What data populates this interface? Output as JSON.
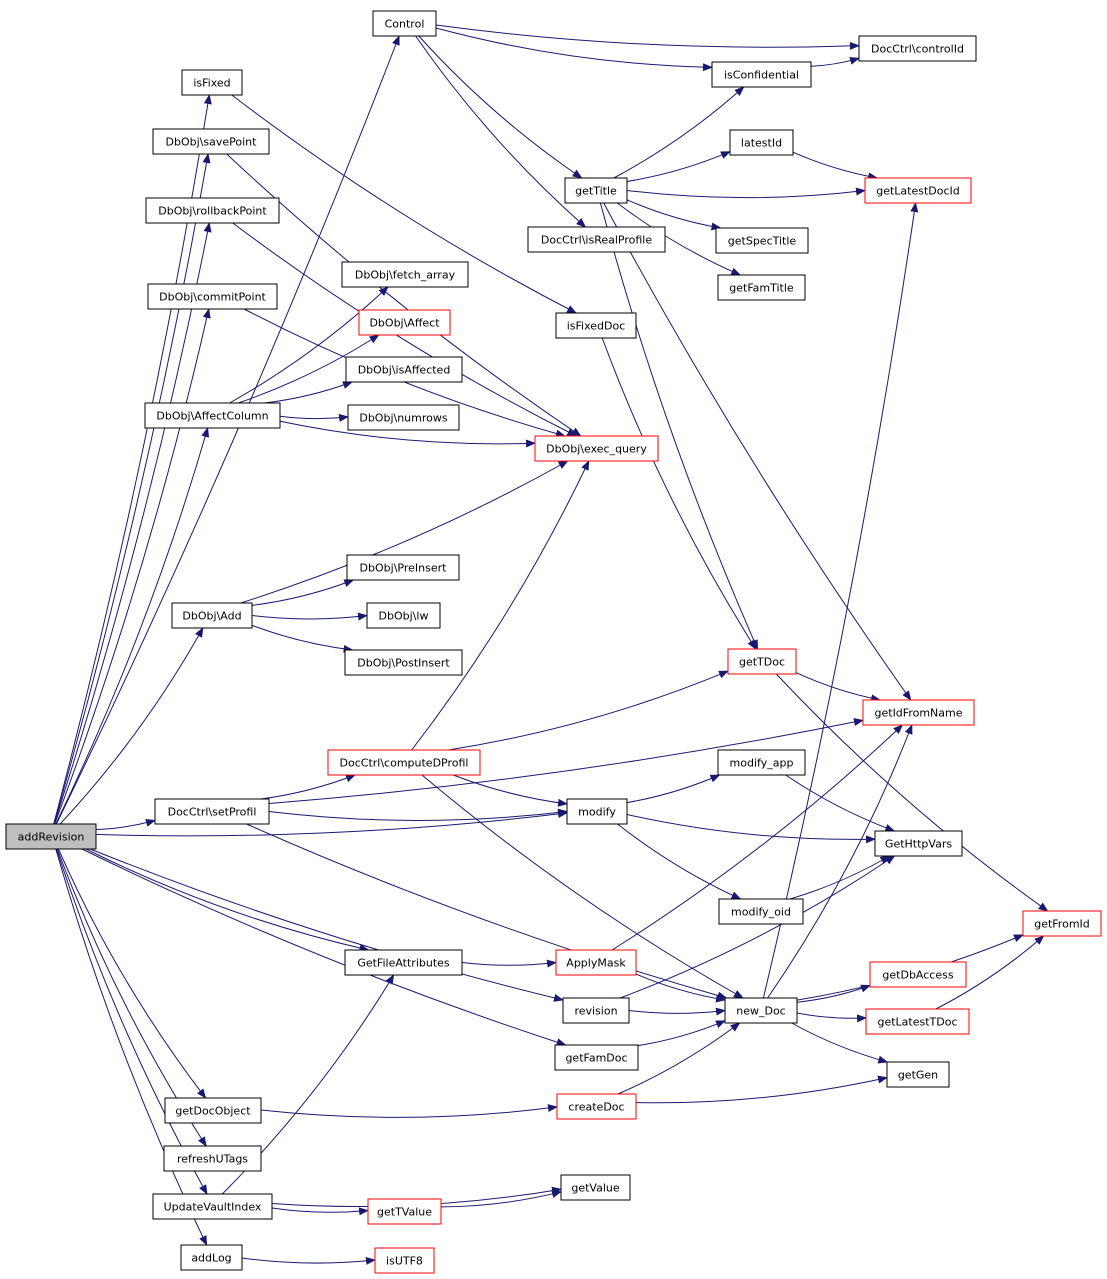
{
  "colors": {
    "edge": "#191970",
    "node_border": "#000000",
    "node_border_undocumented": "#ff0000",
    "root_fill": "#bfbfbf",
    "node_fill": "#ffffff"
  },
  "nodes": [
    {
      "id": "addRevision",
      "label": "addRevision",
      "style": "root"
    },
    {
      "id": "Control",
      "label": "Control",
      "style": "normal"
    },
    {
      "id": "isFixed",
      "label": "isFixed",
      "style": "normal"
    },
    {
      "id": "savePoint",
      "label": "DbObj\\savePoint",
      "style": "normal"
    },
    {
      "id": "rollbackPoint",
      "label": "DbObj\\rollbackPoint",
      "style": "normal"
    },
    {
      "id": "commitPoint",
      "label": "DbObj\\commitPoint",
      "style": "normal"
    },
    {
      "id": "fetch_array",
      "label": "DbObj\\fetch_array",
      "style": "normal"
    },
    {
      "id": "Affect",
      "label": "DbObj\\Affect",
      "style": "red"
    },
    {
      "id": "isAffected",
      "label": "DbObj\\isAffected",
      "style": "normal"
    },
    {
      "id": "AffectColumn",
      "label": "DbObj\\AffectColumn",
      "style": "normal"
    },
    {
      "id": "numrows",
      "label": "DbObj\\numrows",
      "style": "normal"
    },
    {
      "id": "exec_query",
      "label": "DbObj\\exec_query",
      "style": "red"
    },
    {
      "id": "PreInsert",
      "label": "DbObj\\PreInsert",
      "style": "normal"
    },
    {
      "id": "Add",
      "label": "DbObj\\Add",
      "style": "normal"
    },
    {
      "id": "lw",
      "label": "DbObj\\lw",
      "style": "normal"
    },
    {
      "id": "PostInsert",
      "label": "DbObj\\PostInsert",
      "style": "normal"
    },
    {
      "id": "controlId",
      "label": "DocCtrl\\controlId",
      "style": "normal"
    },
    {
      "id": "isConfidential",
      "label": "isConfidential",
      "style": "normal"
    },
    {
      "id": "latestId",
      "label": "latestId",
      "style": "normal"
    },
    {
      "id": "getTitle",
      "label": "getTitle",
      "style": "normal"
    },
    {
      "id": "getLatestDocId",
      "label": "getLatestDocId",
      "style": "red"
    },
    {
      "id": "isRealProfile",
      "label": "DocCtrl\\isRealProfile",
      "style": "normal"
    },
    {
      "id": "getSpecTitle",
      "label": "getSpecTitle",
      "style": "normal"
    },
    {
      "id": "getFamTitle",
      "label": "getFamTitle",
      "style": "normal"
    },
    {
      "id": "isFixedDoc",
      "label": "isFixedDoc",
      "style": "normal"
    },
    {
      "id": "getTDoc",
      "label": "getTDoc",
      "style": "red"
    },
    {
      "id": "getIdFromName",
      "label": "getIdFromName",
      "style": "red"
    },
    {
      "id": "computeDProfil",
      "label": "DocCtrl\\computeDProfil",
      "style": "red"
    },
    {
      "id": "modify_app",
      "label": "modify_app",
      "style": "normal"
    },
    {
      "id": "setProfil",
      "label": "DocCtrl\\setProfil",
      "style": "normal"
    },
    {
      "id": "modify",
      "label": "modify",
      "style": "normal"
    },
    {
      "id": "GetHttpVars",
      "label": "GetHttpVars",
      "style": "normal"
    },
    {
      "id": "modify_oid",
      "label": "modify_oid",
      "style": "normal"
    },
    {
      "id": "getFromId",
      "label": "getFromId",
      "style": "red"
    },
    {
      "id": "GetFileAttributes",
      "label": "GetFileAttributes",
      "style": "normal"
    },
    {
      "id": "ApplyMask",
      "label": "ApplyMask",
      "style": "red"
    },
    {
      "id": "getDbAccess",
      "label": "getDbAccess",
      "style": "red"
    },
    {
      "id": "revision",
      "label": "revision",
      "style": "normal"
    },
    {
      "id": "new_Doc",
      "label": "new_Doc",
      "style": "normal"
    },
    {
      "id": "getLatestTDoc",
      "label": "getLatestTDoc",
      "style": "red"
    },
    {
      "id": "getFamDoc",
      "label": "getFamDoc",
      "style": "normal"
    },
    {
      "id": "getGen",
      "label": "getGen",
      "style": "normal"
    },
    {
      "id": "getDocObject",
      "label": "getDocObject",
      "style": "normal"
    },
    {
      "id": "createDoc",
      "label": "createDoc",
      "style": "red"
    },
    {
      "id": "refreshUTags",
      "label": "refreshUTags",
      "style": "normal"
    },
    {
      "id": "getValue",
      "label": "getValue",
      "style": "normal"
    },
    {
      "id": "UpdateVaultIndex",
      "label": "UpdateVaultIndex",
      "style": "normal"
    },
    {
      "id": "getTValue",
      "label": "getTValue",
      "style": "red"
    },
    {
      "id": "addLog",
      "label": "addLog",
      "style": "normal"
    },
    {
      "id": "isUTF8",
      "label": "isUTF8",
      "style": "red"
    }
  ],
  "edges": [
    [
      "addRevision",
      "Control"
    ],
    [
      "addRevision",
      "isFixed"
    ],
    [
      "addRevision",
      "savePoint"
    ],
    [
      "addRevision",
      "rollbackPoint"
    ],
    [
      "addRevision",
      "commitPoint"
    ],
    [
      "addRevision",
      "AffectColumn"
    ],
    [
      "addRevision",
      "Add"
    ],
    [
      "addRevision",
      "setProfil"
    ],
    [
      "addRevision",
      "modify"
    ],
    [
      "addRevision",
      "GetFileAttributes"
    ],
    [
      "addRevision",
      "revision"
    ],
    [
      "addRevision",
      "getFamDoc"
    ],
    [
      "addRevision",
      "getDocObject"
    ],
    [
      "addRevision",
      "refreshUTags"
    ],
    [
      "addRevision",
      "UpdateVaultIndex"
    ],
    [
      "addRevision",
      "addLog"
    ],
    [
      "Control",
      "controlId"
    ],
    [
      "Control",
      "isConfidential"
    ],
    [
      "Control",
      "getTitle"
    ],
    [
      "Control",
      "isRealProfile"
    ],
    [
      "isFixed",
      "isFixedDoc"
    ],
    [
      "savePoint",
      "exec_query"
    ],
    [
      "rollbackPoint",
      "exec_query"
    ],
    [
      "commitPoint",
      "exec_query"
    ],
    [
      "AffectColumn",
      "fetch_array"
    ],
    [
      "AffectColumn",
      "Affect"
    ],
    [
      "AffectColumn",
      "isAffected"
    ],
    [
      "AffectColumn",
      "numrows"
    ],
    [
      "AffectColumn",
      "exec_query"
    ],
    [
      "Add",
      "exec_query"
    ],
    [
      "Add",
      "PreInsert"
    ],
    [
      "Add",
      "lw"
    ],
    [
      "Add",
      "PostInsert"
    ],
    [
      "isConfidential",
      "controlId"
    ],
    [
      "getTitle",
      "isConfidential"
    ],
    [
      "getTitle",
      "latestId"
    ],
    [
      "getTitle",
      "getLatestDocId"
    ],
    [
      "getTitle",
      "getSpecTitle"
    ],
    [
      "getTitle",
      "getFamTitle"
    ],
    [
      "getTitle",
      "getTDoc"
    ],
    [
      "getTitle",
      "getIdFromName"
    ],
    [
      "latestId",
      "getLatestDocId"
    ],
    [
      "isFixedDoc",
      "getTDoc"
    ],
    [
      "getTDoc",
      "getIdFromName"
    ],
    [
      "getTDoc",
      "getFromId"
    ],
    [
      "setProfil",
      "computeDProfil"
    ],
    [
      "setProfil",
      "getIdFromName"
    ],
    [
      "setProfil",
      "modify"
    ],
    [
      "setProfil",
      "new_Doc"
    ],
    [
      "computeDProfil",
      "exec_query"
    ],
    [
      "computeDProfil",
      "getTDoc"
    ],
    [
      "computeDProfil",
      "modify"
    ],
    [
      "computeDProfil",
      "new_Doc"
    ],
    [
      "modify",
      "modify_app"
    ],
    [
      "modify",
      "GetHttpVars"
    ],
    [
      "modify",
      "modify_oid"
    ],
    [
      "modify_app",
      "GetHttpVars"
    ],
    [
      "modify_oid",
      "GetHttpVars"
    ],
    [
      "GetFileAttributes",
      "ApplyMask"
    ],
    [
      "ApplyMask",
      "getIdFromName"
    ],
    [
      "ApplyMask",
      "new_Doc"
    ],
    [
      "revision",
      "GetHttpVars"
    ],
    [
      "revision",
      "new_Doc"
    ],
    [
      "new_Doc",
      "getLatestDocId"
    ],
    [
      "new_Doc",
      "getIdFromName"
    ],
    [
      "new_Doc",
      "getFromId"
    ],
    [
      "new_Doc",
      "getDbAccess"
    ],
    [
      "new_Doc",
      "getLatestTDoc"
    ],
    [
      "new_Doc",
      "getGen"
    ],
    [
      "getLatestTDoc",
      "getFromId"
    ],
    [
      "getFamDoc",
      "new_Doc"
    ],
    [
      "getDocObject",
      "createDoc"
    ],
    [
      "createDoc",
      "new_Doc"
    ],
    [
      "createDoc",
      "getGen"
    ],
    [
      "UpdateVaultIndex",
      "GetFileAttributes"
    ],
    [
      "UpdateVaultIndex",
      "getValue"
    ],
    [
      "UpdateVaultIndex",
      "getTValue"
    ],
    [
      "getTValue",
      "getValue"
    ],
    [
      "addLog",
      "isUTF8"
    ]
  ]
}
